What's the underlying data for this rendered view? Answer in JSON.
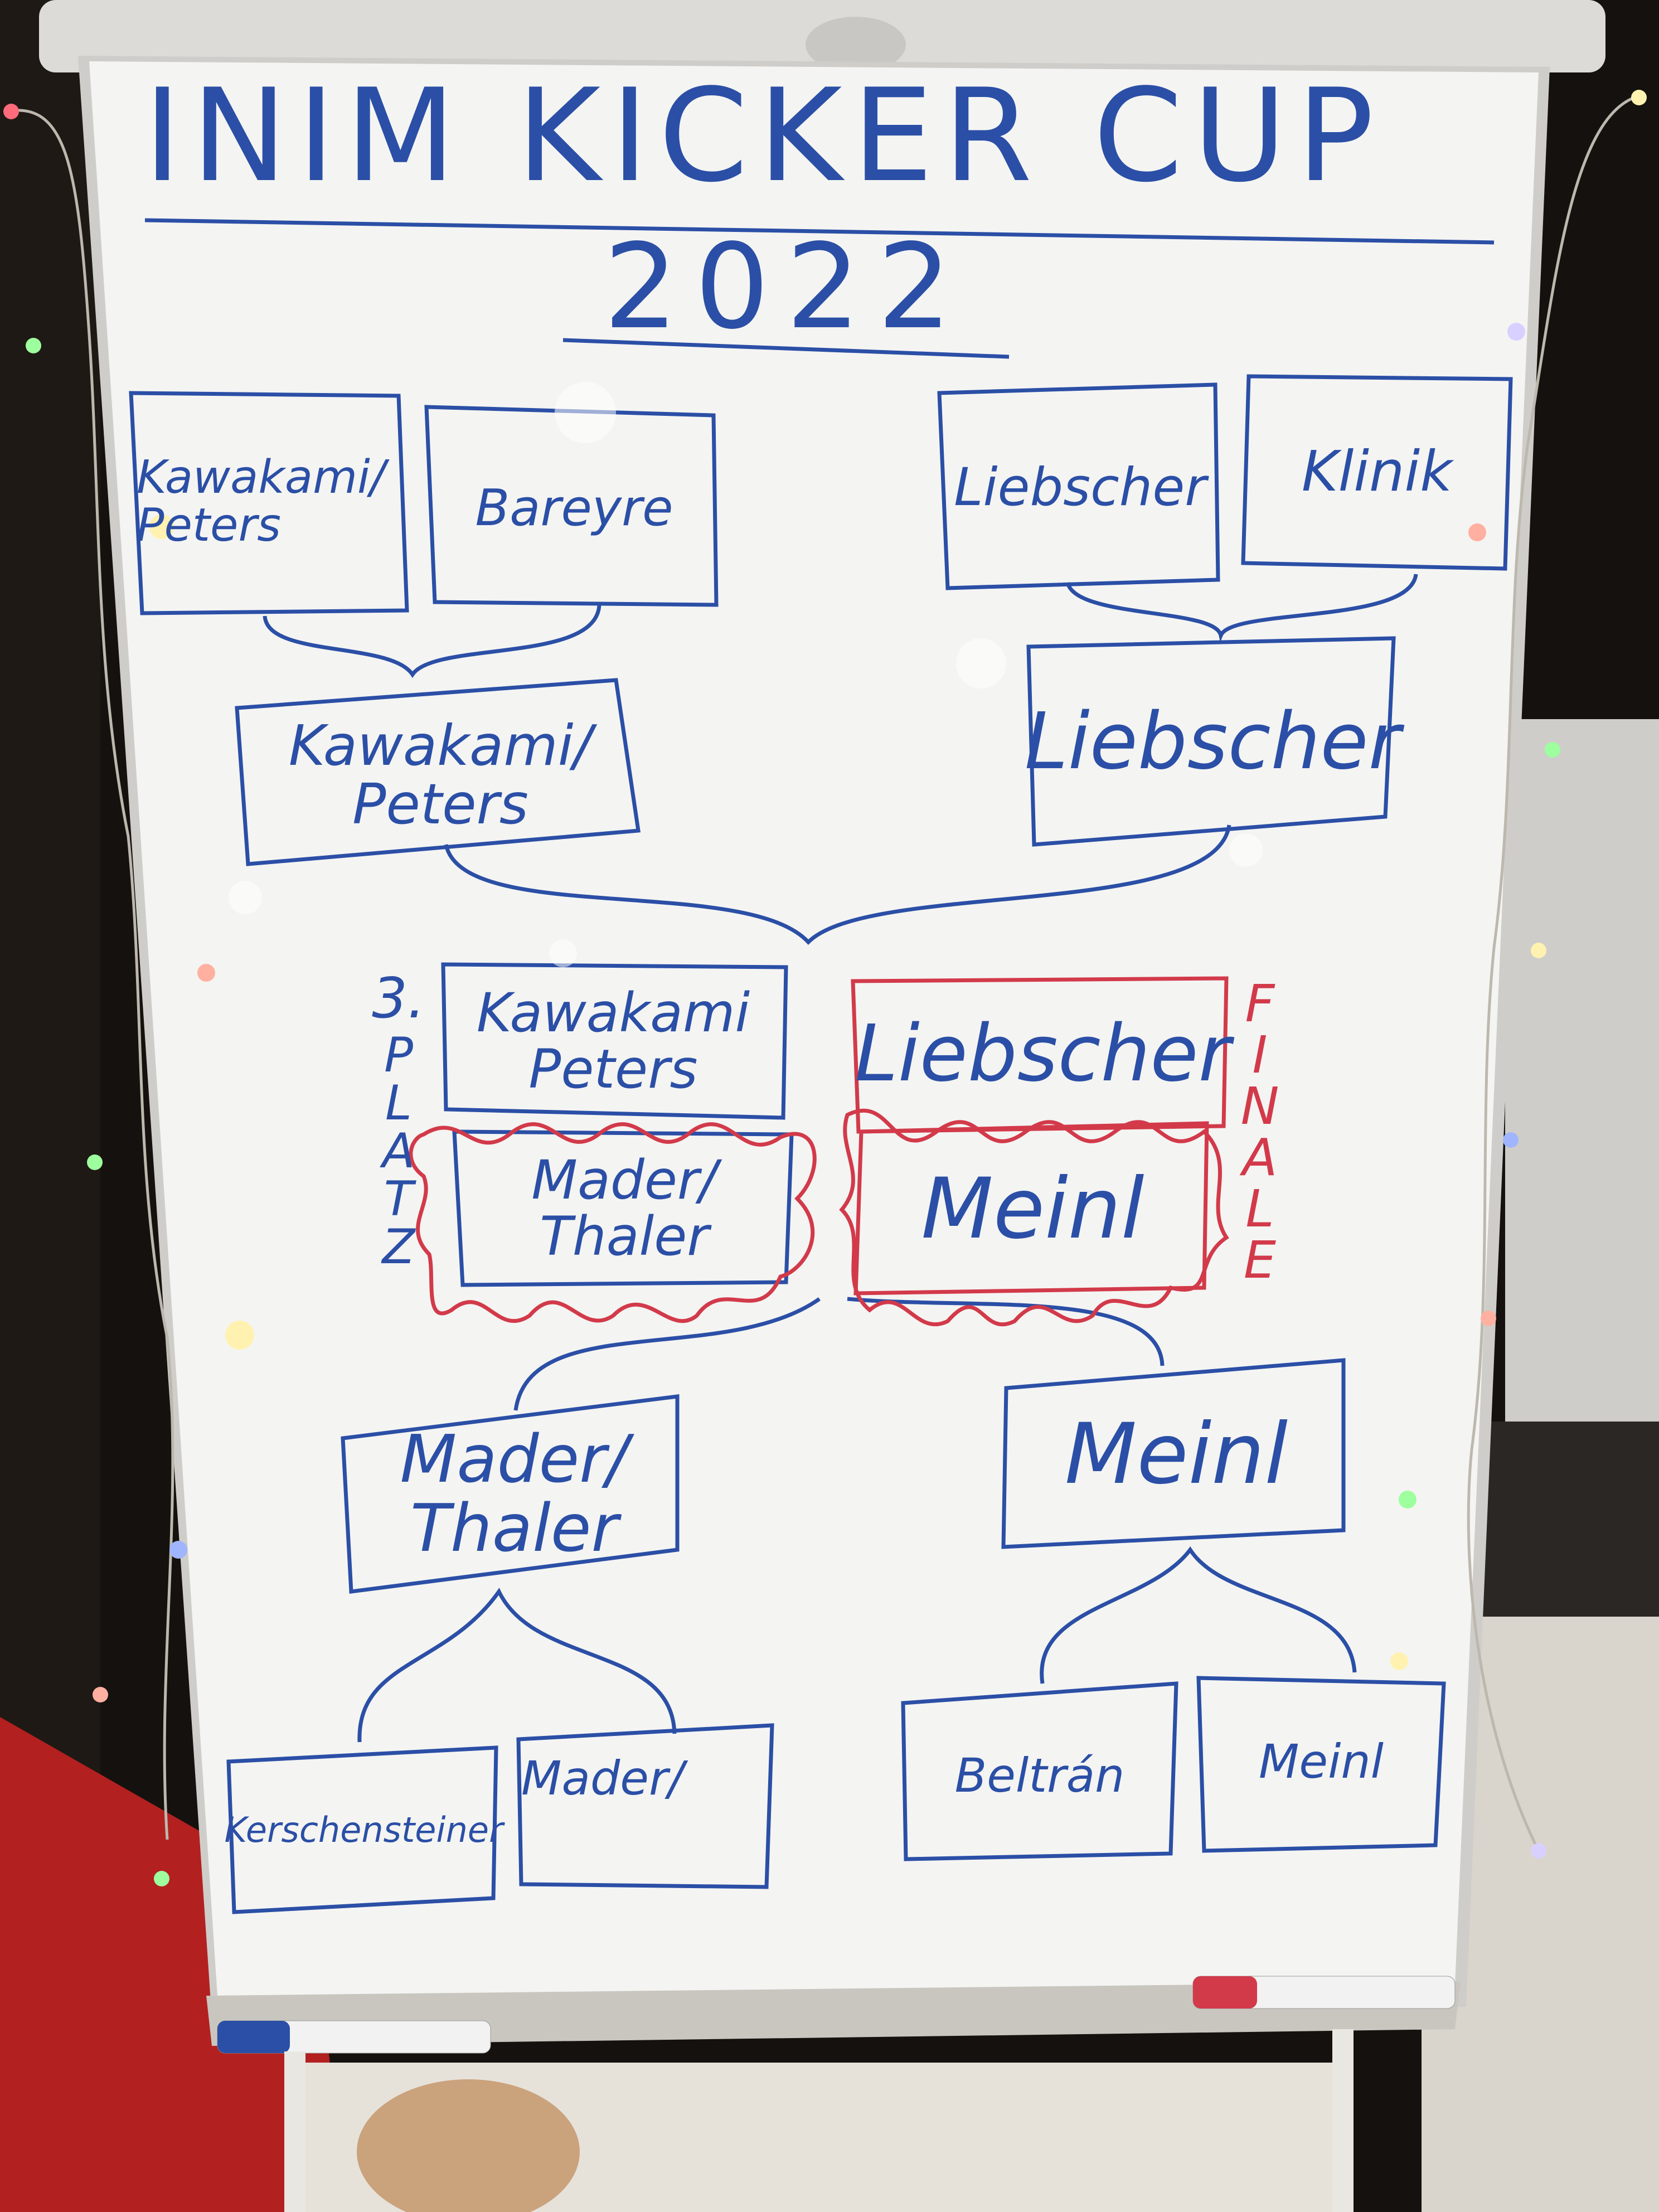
{
  "board": {
    "title": "INIM KICKER CUP",
    "year": "2022"
  },
  "bracket": {
    "left_top": [
      {
        "name": "Kawakami/\nPeters"
      },
      {
        "name": "Bareyre"
      }
    ],
    "right_top": [
      {
        "name": "Liebscher"
      },
      {
        "name": "Klinik"
      }
    ],
    "left_semi_winner": "Kawakami/\nPeters",
    "right_semi_winner": "Liebscher",
    "third_place": {
      "label": "3.",
      "vertical_label": [
        "P",
        "L",
        "A",
        "T",
        "Z"
      ],
      "team_a": "Kawakami\nPeters",
      "team_b": "Mader/\nThaler"
    },
    "final": {
      "vertical_label": [
        "F",
        "I",
        "N",
        "A",
        "L",
        "E"
      ],
      "team_a": "Liebscher",
      "team_b": "Meinl"
    },
    "left_bottom_winner": "Mader/\nThaler",
    "right_bottom_winner": "Meinl",
    "left_bottom": [
      {
        "name": "Kerschensteiner"
      },
      {
        "name": "Mader/"
      }
    ],
    "right_bottom": [
      {
        "name": "Beltrán"
      },
      {
        "name": "Meinl"
      }
    ]
  },
  "colors": {
    "board": "#f4f4f2",
    "frame": "#d9d8d4",
    "marker_blue": "#2b4fa6",
    "marker_red": "#d23a4a",
    "background": "#15110e"
  }
}
